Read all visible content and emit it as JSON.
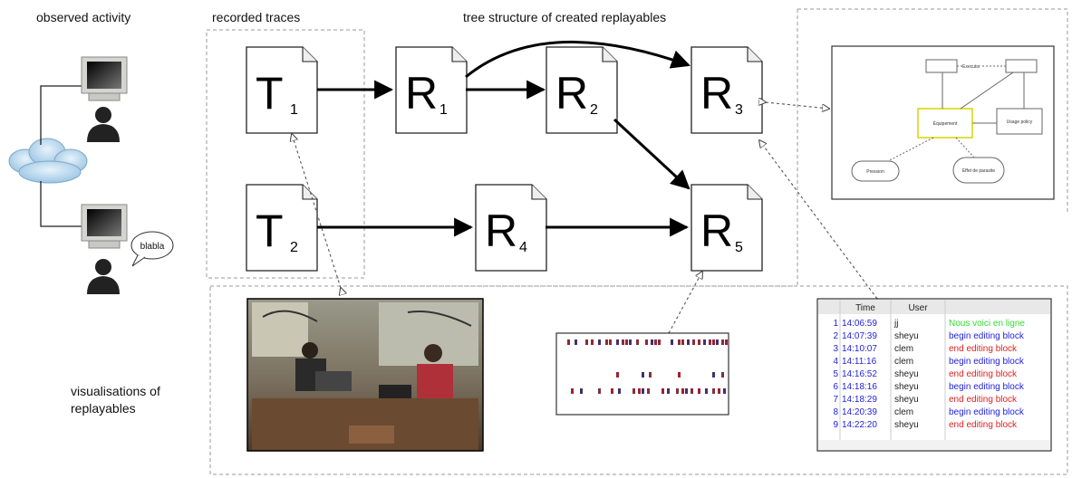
{
  "labels": {
    "observed_activity": "observed activity",
    "recorded_traces": "recorded traces",
    "tree_structure": "tree structure of created replayables",
    "vis_line1": "visualisations of",
    "vis_line2": "replayables",
    "speech": "blabla"
  },
  "docs": [
    {
      "id": "T1",
      "letter": "T",
      "sub": "1"
    },
    {
      "id": "T2",
      "letter": "T",
      "sub": "2"
    },
    {
      "id": "R1",
      "letter": "R",
      "sub": "1"
    },
    {
      "id": "R2",
      "letter": "R",
      "sub": "2"
    },
    {
      "id": "R3",
      "letter": "R",
      "sub": "3"
    },
    {
      "id": "R4",
      "letter": "R",
      "sub": "4"
    },
    {
      "id": "R5",
      "letter": "R",
      "sub": "5"
    }
  ],
  "uml": {
    "boxes": [
      "Équipement",
      "Usage policy",
      "Executor",
      "Pression",
      "Effet de parasite"
    ]
  },
  "table": {
    "headers": [
      "Time",
      "User"
    ],
    "rows": [
      {
        "n": "1",
        "time": "14:06:59",
        "user": "jj",
        "action": "Nous voici en ligne",
        "color": "#33dd33"
      },
      {
        "n": "2",
        "time": "14:07:39",
        "user": "sheyu",
        "action": "begin editing block",
        "color": "#2222dd"
      },
      {
        "n": "3",
        "time": "14:10:07",
        "user": "clem",
        "action": "end editing block",
        "color": "#dd2222"
      },
      {
        "n": "4",
        "time": "14:11:16",
        "user": "clem",
        "action": "begin editing block",
        "color": "#2222dd"
      },
      {
        "n": "5",
        "time": "14:16:52",
        "user": "sheyu",
        "action": "end editing block",
        "color": "#dd2222"
      },
      {
        "n": "6",
        "time": "14:18:16",
        "user": "sheyu",
        "action": "begin editing block",
        "color": "#2222dd"
      },
      {
        "n": "7",
        "time": "14:18:29",
        "user": "sheyu",
        "action": "end editing block",
        "color": "#dd2222"
      },
      {
        "n": "8",
        "time": "14:20:39",
        "user": "clem",
        "action": "begin editing block",
        "color": "#2222dd"
      },
      {
        "n": "9",
        "time": "14:22:20",
        "user": "sheyu",
        "action": "end editing block",
        "color": "#dd2222"
      }
    ]
  },
  "colors": {
    "time_text": "#2222dd",
    "index_text": "#2222dd"
  }
}
